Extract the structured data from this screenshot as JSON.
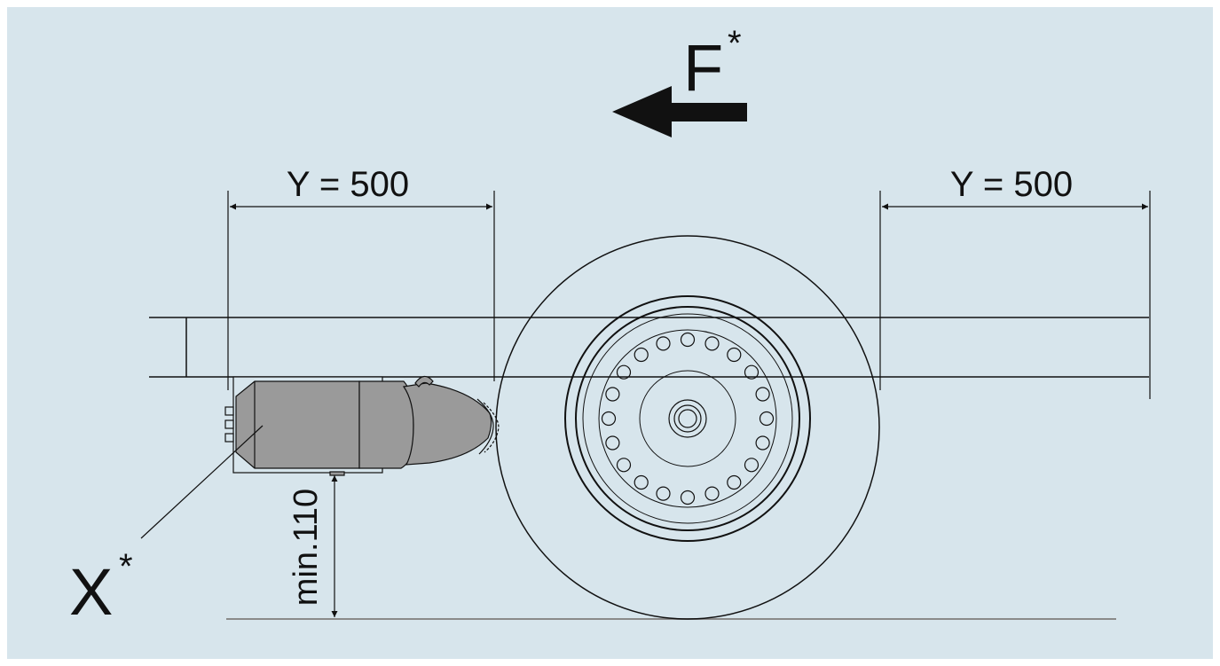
{
  "labels": {
    "force": "F",
    "force_marker": "*",
    "dim_left": "Y = 500",
    "dim_right": "Y = 500",
    "unit_label": "X",
    "unit_marker": "*",
    "clearance": "min.110"
  },
  "colors": {
    "background": "#d7e5ec",
    "frame": "#ffffff",
    "line": "#111111",
    "unit_fill": "#9a9a9a",
    "ground": "#8a8a8a"
  },
  "icons": {
    "direction": "arrow-left-icon"
  }
}
